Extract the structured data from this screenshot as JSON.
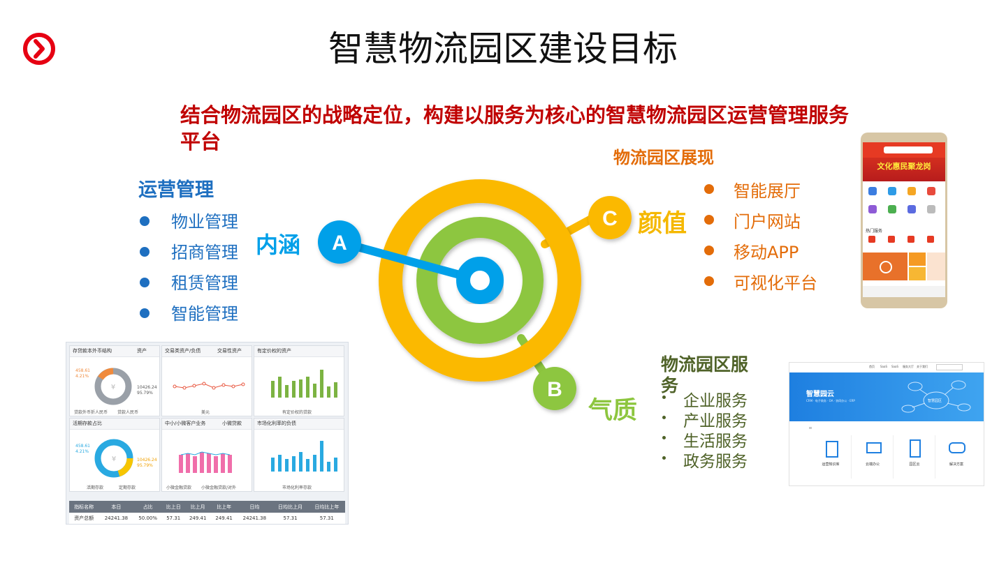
{
  "title": "智慧物流园区建设目标",
  "subtitle": "结合物流园区的战略定位，构建以服务为核心的智慧物流园区运营管理服务平台",
  "operations": {
    "title": "运营管理",
    "items": [
      "物业管理",
      "招商管理",
      "租赁管理",
      "智能管理"
    ]
  },
  "showcase": {
    "title": "物流园区展现",
    "items": [
      "智能展厅",
      "门户网站",
      "移动APP",
      "可视化平台"
    ]
  },
  "services": {
    "title": "物流园区服务",
    "items": [
      "企业服务",
      "产业服务",
      "生活服务",
      "政务服务"
    ]
  },
  "target": {
    "marker_a": "A",
    "marker_b": "B",
    "marker_c": "C",
    "label_a": "内涵",
    "label_b": "气质",
    "label_c": "颜值",
    "colors": {
      "outer": "#fbb900",
      "middle": "#8dc63f",
      "inner": "#00a0e9"
    }
  },
  "dashboard": {
    "panels": [
      {
        "title": "存贷款本外币结构",
        "tab": "资产",
        "values": [
          "458.61",
          "4.21%",
          "10426.24",
          "95.79%"
        ],
        "legend": [
          "贷款外币折人民币",
          "贷款人民币"
        ]
      },
      {
        "title": "交易类资产/负债",
        "tab": "交易性资产",
        "legend": [
          "美元"
        ]
      },
      {
        "title": "有定价权的资产",
        "legend": [
          "有定价权的贷款"
        ]
      },
      {
        "title": "活期存款占比",
        "values": [
          "458.61",
          "4.21%",
          "10426.24",
          "95.79%"
        ],
        "legend": [
          "活期存款",
          "定期存款"
        ]
      },
      {
        "title": "中小/小微客户业务",
        "tab": "小微贷款",
        "legend": [
          "小微金融贷款",
          "小微金融贷款/对外"
        ]
      },
      {
        "title": "市场化利率的负债",
        "legend": [
          "市场化利率存款"
        ]
      }
    ],
    "table_headers": [
      "指标名称",
      "本日",
      "占比",
      "比上日",
      "比上月",
      "比上年",
      "日均",
      "日均比上月",
      "日均比上年"
    ],
    "table_row": [
      "资产总额",
      "24241.38",
      "50.00%",
      "57.31",
      "249.41",
      "249.41",
      "24241.38",
      "57.31",
      "57.31"
    ]
  },
  "phone": {
    "banner": "文化惠民聚龙岗",
    "hot": "热门服务"
  },
  "website": {
    "nav": [
      "首页",
      "SaaS",
      "SaaS",
      "服务大厅",
      "关于我们"
    ],
    "hero_title": "智慧园云",
    "hero_sub": "CRM · 电子商务 · OA · 协同办公 · ERP",
    "badge": "智慧园区",
    "features": [
      "运营知识库",
      "云端办公",
      "园区云",
      "解决方案"
    ]
  }
}
